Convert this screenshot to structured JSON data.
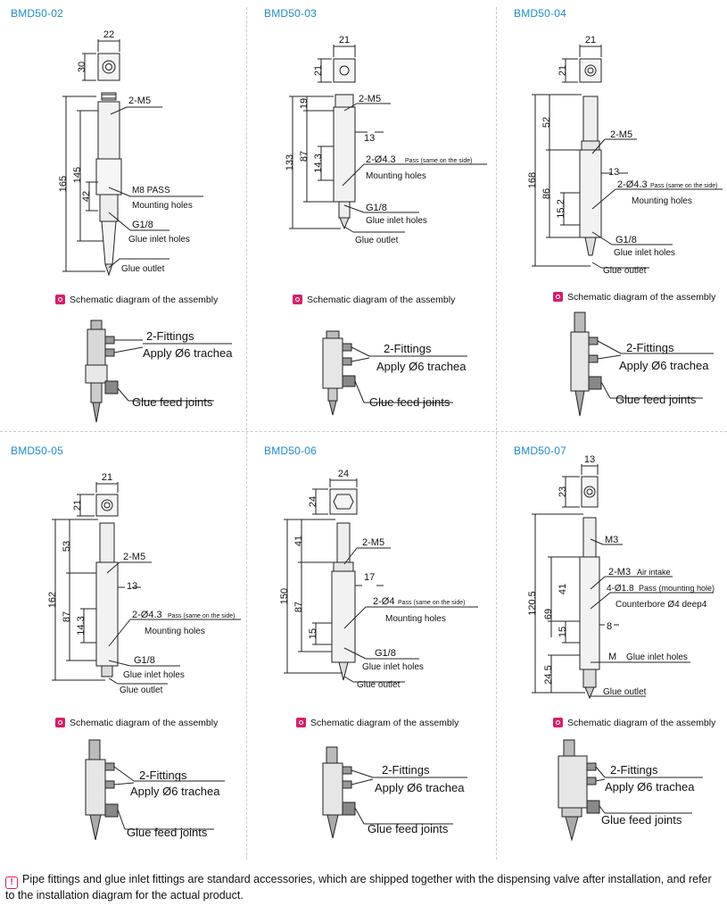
{
  "cells": [
    {
      "model": "BMD50-02",
      "top": {
        "w": "22",
        "h": "30"
      },
      "dims": [
        "165",
        "145",
        "42"
      ],
      "labels": [
        "2-M5",
        "M8 PASS",
        "Mounting holes",
        "G1/8",
        "Glue inlet holes",
        "Glue outlet"
      ],
      "schematic_label": "Schematic diagram of the assembly",
      "fittings": "2-Fittings",
      "trachea": "Apply Ø6 trachea",
      "feed": "Glue feed joints"
    },
    {
      "model": "BMD50-03",
      "top": {
        "w": "21",
        "h": "21"
      },
      "dims": [
        "19",
        "133",
        "87",
        "14.3",
        "13"
      ],
      "labels": [
        "2-M5",
        "2-Ø4.3",
        "Pass (same on the side)",
        "Mounting holes",
        "G1/8",
        "Glue inlet holes",
        "Glue outlet"
      ],
      "schematic_label": "Schematic diagram of the assembly",
      "fittings": "2-Fittings",
      "trachea": "Apply Ø6 trachea",
      "feed": "Glue feed joints"
    },
    {
      "model": "BMD50-04",
      "top": {
        "w": "21",
        "h": "21"
      },
      "dims": [
        "52",
        "168",
        "86",
        "15.2",
        "13"
      ],
      "labels": [
        "2-M5",
        "2-Ø4.3",
        "Pass (same on the side)",
        "Mounting holes",
        "G1/8",
        "Glue inlet holes",
        "Glue outlet"
      ],
      "schematic_label": "Schematic diagram of the assembly",
      "fittings": "2-Fittings",
      "trachea": "Apply Ø6 trachea",
      "feed": "Glue feed joints"
    },
    {
      "model": "BMD50-05",
      "top": {
        "w": "21",
        "h": "21"
      },
      "dims": [
        "53",
        "162",
        "87",
        "14.3",
        "13"
      ],
      "labels": [
        "2-M5",
        "2-Ø4.3",
        "Pass (same on the side)",
        "Mounting holes",
        "G1/8",
        "Glue inlet holes",
        "Glue outlet"
      ],
      "schematic_label": "Schematic diagram of the assembly",
      "fittings": "2-Fittings",
      "trachea": "Apply Ø6 trachea",
      "feed": "Glue feed joints"
    },
    {
      "model": "BMD50-06",
      "top": {
        "w": "24",
        "h": "24"
      },
      "dims": [
        "41",
        "150",
        "87",
        "15",
        "17"
      ],
      "labels": [
        "2-M5",
        "2-Ø4",
        "Pass (same on the side)",
        "Mounting holes",
        "G1/8",
        "Glue inlet holes",
        "Glue outlet"
      ],
      "schematic_label": "Schematic diagram of the assembly",
      "fittings": "2-Fittings",
      "trachea": "Apply Ø6 trachea",
      "feed": "Glue feed joints"
    },
    {
      "model": "BMD50-07",
      "top": {
        "w": "13",
        "h": "23"
      },
      "dims": [
        "120.5",
        "41",
        "69",
        "15",
        "24.5",
        "8"
      ],
      "labels": [
        "M3",
        "2-M3",
        "Air intake",
        "4-Ø1.8",
        "Pass (mounting hole)",
        "Counterbore Ø4 deep4",
        "M",
        "Glue inlet holes",
        "Glue outlet"
      ],
      "schematic_label": "Schematic diagram of the assembly",
      "fittings": "2-Fittings",
      "trachea": "Apply Ø6 trachea",
      "feed": "Glue feed joints"
    }
  ],
  "footer": {
    "note": "Pipe fittings and glue inlet fittings are standard accessories, which are shipped together with the dispensing valve after installation, and refer to the installation diagram for the actual product."
  },
  "colors": {
    "model": "#1e8ccb",
    "bullet": "#d61f69"
  }
}
